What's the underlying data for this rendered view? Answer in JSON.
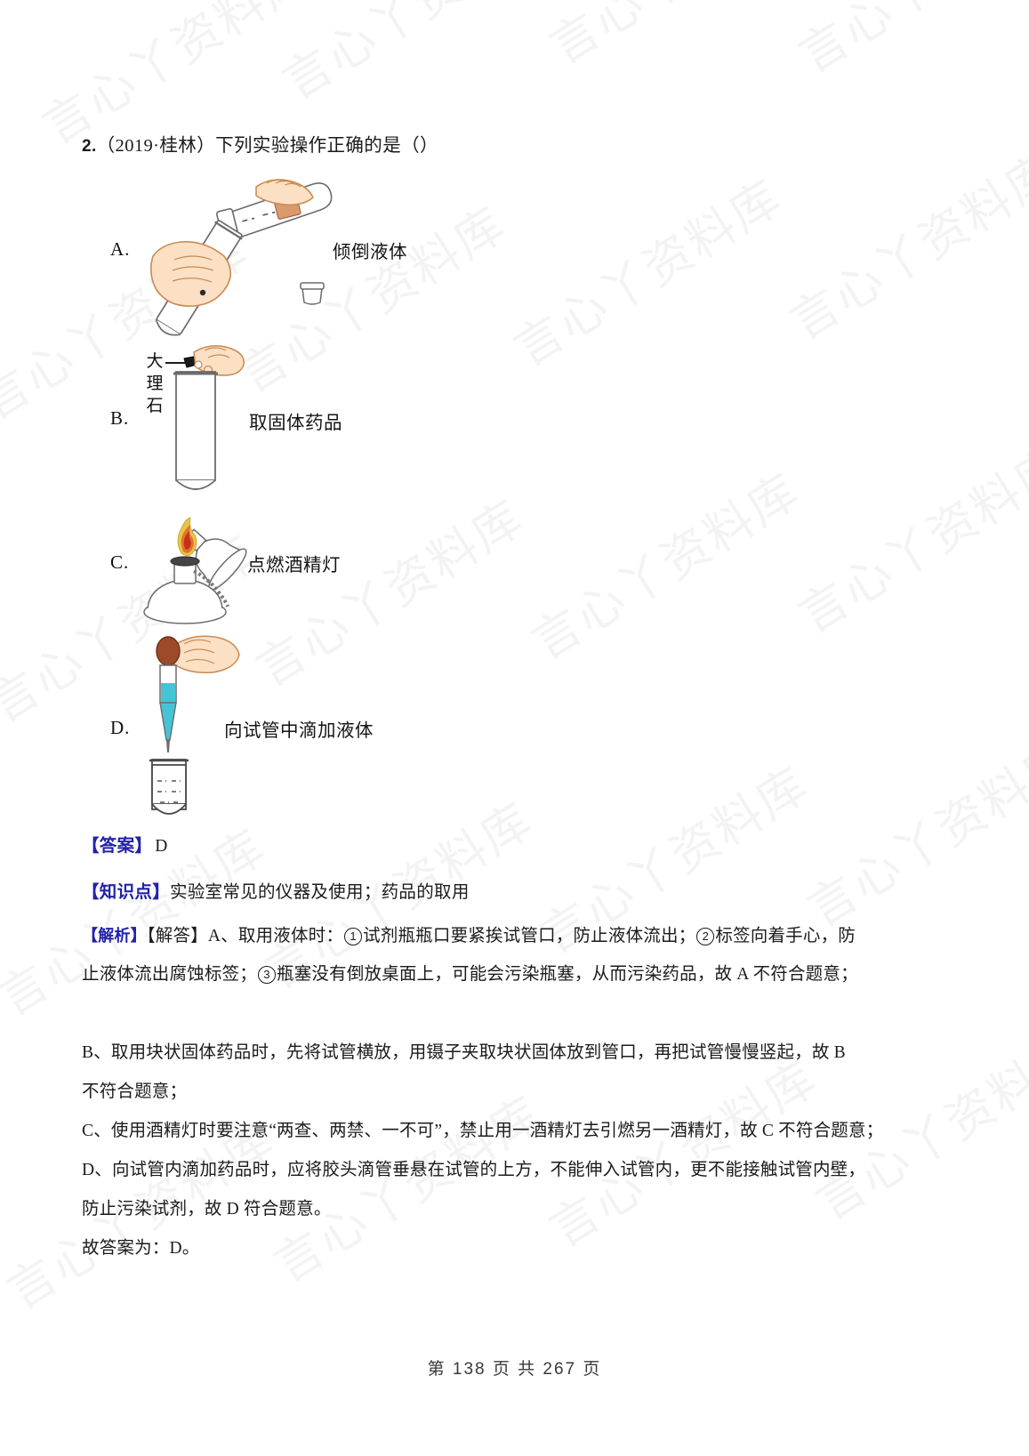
{
  "document": {
    "watermark_text": "言心丫资料库",
    "watermark_color": "#f3f3f3",
    "accent_color": "#2222aa",
    "footer": "第 138 页 共 267 页"
  },
  "question": {
    "number": "2.",
    "source": "（2019·桂林）",
    "stem": "下列实验操作正确的是（）",
    "full_line": "2.（2019·桂林）下列实验操作正确的是（）"
  },
  "options": [
    {
      "label": "A.",
      "caption": "倾倒液体",
      "figure": "pouring-liquid-into-test-tube"
    },
    {
      "label": "B.",
      "caption": "取固体药品",
      "figure": "taking-solid-reagent-into-upright-test-tube",
      "annotation": "大理石"
    },
    {
      "label": "C.",
      "caption": "点燃酒精灯",
      "figure": "lighting-alcohol-lamp-with-another-lamp"
    },
    {
      "label": "D.",
      "caption": "向试管中滴加液体",
      "figure": "dropper-adding-liquid-to-test-tube"
    }
  ],
  "answer": {
    "tag": "【答案】",
    "value": "D"
  },
  "knowledge": {
    "tag": "【知识点】",
    "value": "实验室常见的仪器及使用；药品的取用"
  },
  "analysis": {
    "tag1": "【解析】",
    "tag2": "【解答】",
    "line_a_part1": "A、取用液体时：",
    "circle1": "1",
    "line_a_part2": "试剂瓶瓶口要紧挨试管口，防止液体流出；",
    "circle2": "2",
    "line_a_part3": "标签向着手心，防",
    "line_a2_part1": "止液体流出腐蚀标签；",
    "circle3": "3",
    "line_a2_part2": "瓶塞没有倒放桌面上，可能会污染瓶塞，从而污染药品，故 A 不符合题意；",
    "line_b1": "B、取用块状固体药品时，先将试管横放，用镊子夹取块状固体放到管口，再把试管慢慢竖起，故 B",
    "line_b2": "不符合题意；",
    "line_c": "C、使用酒精灯时要注意“两查、两禁、一不可”，禁止用一酒精灯去引燃另一酒精灯，故 C 不符合题意；",
    "line_d1": "D、向试管内滴加药品时，应将胶头滴管垂悬在试管的上方，不能伸入试管内，更不能接触试管内壁，",
    "line_d2": "防止污染试剂，故 D 符合题意。",
    "conclusion": "故答案为：D。"
  }
}
